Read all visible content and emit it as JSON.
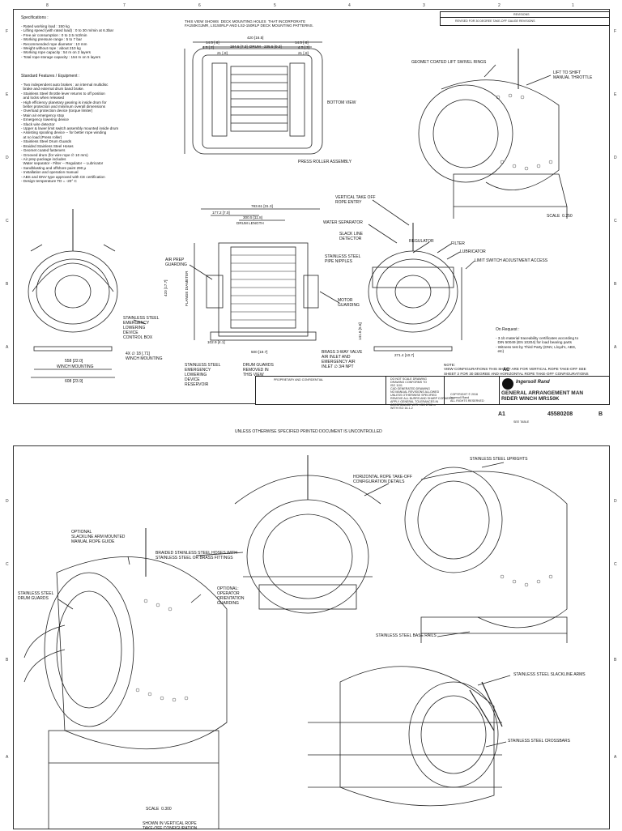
{
  "sheet1": {
    "zones_top": [
      "8",
      "7",
      "6",
      "5",
      "4",
      "3",
      "2",
      "1"
    ],
    "zones_side": [
      "F",
      "E",
      "D",
      "C",
      "B",
      "A"
    ],
    "specifications_title": "Specifications :",
    "specifications": [
      "- Rated working load : 150 kg",
      "- Lifting speed (with rated load) : 0 to 30 m/min at 6.3bar",
      "- Free air consumption : 0 to 2.5 m3/min",
      "- Working pressure range : 5 to 7 bar",
      "- Recommended rope diameter : 10 mm",
      "- Weight without rope : about 210 kg",
      "- Working rope capacity : 54 m on 2 layers",
      "- Total rope storage capacity : 154 m on 5 layers"
    ],
    "features_title": "Standard Features / Equipment :",
    "features": [
      "- Two independent auto brakes : an internal multidisc",
      "  brake and external drum band brake.",
      "- Stainless Steel throttle lever returns to off position",
      "  and locks when released",
      "- High efficiency planetary gearing is inside drum for",
      "  better protection and minimum overall dimensions",
      "- Overload protection device (torque limiter)",
      "- Main air emergency stop",
      "- Emergency lowering device",
      "- Slack wire detector",
      "- Upper & lower limit switch assembly mounted inside drum",
      "- Assisting spooling device -- for better rope winding",
      "  at no load (Press roller)",
      "- Stainless Steel Drum Guards",
      "- Braided Stainless Steel Hoses",
      "- Geomet coated fasteners",
      "- Grooved drum (for wire rope ∅ 10 mm)",
      "- Air prep package includes",
      "  Water separator - Filter -- Regulator -- Lubricator",
      "- Sandblasting and offshore paint 290 µ",
      "- Installation and operation manual",
      "- ABS and DNV type approved with CE certification",
      "- Design temperature TD = -20° C"
    ],
    "deck_note": "THIS VIEW SHOWS  DECK MOUNTING HOLES  THAT INCORPORATE\nFA150KGJMR, LS150RLP AND LS2-150RLP DECK MOUNTING PATTERNS.",
    "dims_top": [
      "420 [16.5]",
      "14.5 [.6]",
      "184.5 [7.3]",
      "DRUM",
      "235.5 [9.3]",
      "14.5 [.6]",
      "4.5 [.2]",
      "21 [.8]",
      "21 [.8]",
      "4.5 [.2]"
    ],
    "bottom_view": "BOTTOM VIEW",
    "press_roller": "PRESS ROLLER ASSEMBLY",
    "dims_mid": [
      "783.61 [31.3]",
      "177.2 [7.0]",
      "300.5 [11.8]",
      "DRUM LENGTH"
    ],
    "callouts_right": {
      "geomet": "GEOMET COATED LIFT SWIVEL RINGS",
      "lift": "LIFT TO SHIFT\nMANUAL THROTTLE",
      "scale": "SCALE  0.250",
      "vertical": "VERTICAL TAKE OFF\nROPE ENTRY",
      "water": "WATER SEPARATOR",
      "regulator": "REGULATOR",
      "filter": "FILTER",
      "slack": "SLACK LINE\nDETECTOR",
      "lubricator": "LUBRICATOR",
      "pipe": "STAINLESS STEEL\nPIPE NIPPLES",
      "limit": "LIMIT SWITCH ADJUSTMENT ACCESS",
      "motor": "MOTOR\nGUARDING",
      "brass": "BRASS 3-WAY VALVE\nAIR INLET AND\nEMERGENCY AIR\nINLET ∅ 3/4 NPT"
    },
    "callouts_left": {
      "airprep": "AIR PREP\nGUARDING",
      "emergency_box": "STAINLESS STEEL\nEMERGENCY\nLOWERING\nDEVICE\nCONTROL BOX",
      "winch_mounting_holes": "4X ∅ 18 [.71]\nWINCH MOUNTING",
      "winch_mounting": "WINCH MOUNTING",
      "w558": "558 [22.0]",
      "w608": "608 [23.9]",
      "reservoir": "STAINLESS STEEL\nEMERGENCY\nLOWERING\nDEVICE\nRESERVOIR",
      "drum_guards": "DRUM GUARDS\nREMOVED IN\nTHIS VIEW"
    },
    "dims_bottom": [
      "500 [19.7]",
      "102.9 [4.1]",
      "271.4 [10.7]",
      "141.6 [5.6]"
    ],
    "dim_height": "420 [17.7]",
    "dim_flange": "FLANGE DIAMETER",
    "on_request_title": "On Request :",
    "on_request": [
      "- 3.1b material traceability certificates according to",
      "  DIN 50049 (EN 10204) for load bearing parts",
      "- Witness test by Third Party (DNV, Lloyd's, ABS,",
      "  etc)"
    ],
    "note": "NOTE:\nVIEW CONFIGURATIONS THIS SHEET ARE FOR VERTICAL ROPE TAKE-OFF SEE\nSHEET 2 FOR 30 DEGREE AND HORIZONTAL ROPE TAKE-OFF CONFIGURATIONS",
    "title_block": {
      "title": "GENERAL ARRANGEMENT MAN\nRIDER WINCH MR150K",
      "brand": "Ingersoll Rand",
      "size": "A1",
      "doc_no": "45580208",
      "rev": "B",
      "see_table": "SEE TABLE",
      "copyright": "COPYRIGHT © 2016\nIngersoll Rand\nALL RIGHTS RESERVED",
      "do_not_scale": "DO NOT SCALE DRAWING\nDRAWING CONFORMS TO\nISO 1101\nCAD GENERATED DRAWING\nNO MANUAL REVISIONS ALLOWED",
      "unless": "UNLESS OTHERWISE SPECIFIED\nREMOVE ALL BURRS AND SHARP CORNERS\nAPPLY GENERAL TOLERANCES IN\nACCORDANCE WITH ISO 2768 m\nWITH ISO 16-1-2",
      "proprietary": "PROPRIETARY AND CONFIDENTIAL"
    },
    "revision_header": "REVISIONS",
    "revision_row": "REVISED FOR 30 DEGREE TAKE-OFF GAUGE REVISIONS"
  },
  "divider_text": "UNLESS OTHERWISE SPECIFIED PRINTED DOCUMENT IS UNCONTROLLED",
  "sheet2": {
    "zones_side": [
      "D",
      "C",
      "B",
      "A"
    ],
    "callouts": {
      "uprights": "STAINLESS STEEL UPRIGHTS",
      "horizontal": "HORIZONTAL ROPE TAKE-OFF\nCONFIGURATION DETAILS",
      "slackline_arm": "OPTIONAL\nSLACKLINE ARM MOUNTED\nMANUAL ROPE GUIDE",
      "braided": "BRAIDED STAINLESS STEEL HOSES WITH\nSTAINLESS STEEL OR BRASS FITTINGS",
      "drum_guards": "STAINLESS STEEL\nDRUM GUARDS",
      "operator": "OPTIONAL:\nOPERATOR\nORIENTATION\nGUARDING",
      "base_rails": "STAINLESS STEEL BASE RAILS",
      "slackline_arms": "STAINLESS STEEL SLACKLINE ARMS",
      "crossbars": "STAINLESS STEEL CROSSBARS",
      "scale": "SCALE  0.300",
      "shown": "SHOWN IN VERTICAL ROPE\nTAKE-OFF CONFIGURATION"
    }
  }
}
